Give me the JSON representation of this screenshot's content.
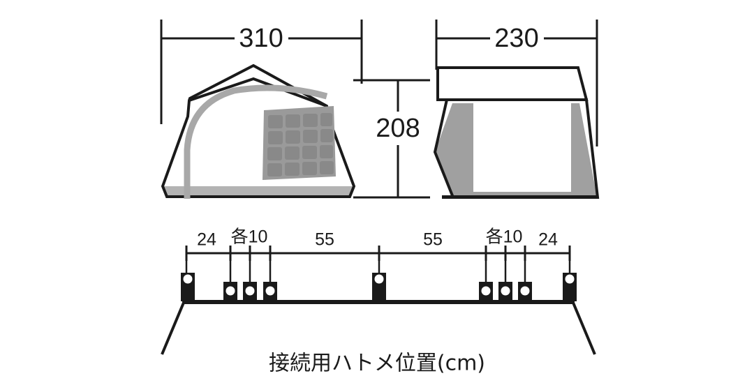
{
  "figure": {
    "caption": "接続用ハトメ位置(cm)",
    "units": "cm",
    "colors": {
      "line": "#1a1a1a",
      "fabric_gray": "#a0a0a0",
      "mesh_panel": "#9a9a9a",
      "mesh_cell": "#8a8a8a",
      "floor_gray": "#b3b3b3",
      "background": "#ffffff"
    }
  },
  "views": {
    "front": {
      "name": "front-elevation",
      "width_label": "310",
      "height_label": "208",
      "mesh_window": {
        "rows": 4,
        "cols": 4
      }
    },
    "side": {
      "name": "side-elevation",
      "width_label": "230",
      "height_label": "208"
    }
  },
  "dimensions": {
    "front_width": "310",
    "side_width": "230",
    "height": "208"
  },
  "grommet_scale": {
    "segments": [
      {
        "label": "24"
      },
      {
        "label": "各10"
      },
      {
        "label": "55"
      },
      {
        "label": "55"
      },
      {
        "label": "各10"
      },
      {
        "label": "24"
      }
    ],
    "segment_labels": [
      "24",
      "各10",
      "55",
      "55",
      "各10",
      "24"
    ],
    "grommet_count": 9,
    "grommets": [
      {
        "index": 1,
        "type": "tall"
      },
      {
        "index": 2,
        "type": "short"
      },
      {
        "index": 3,
        "type": "short"
      },
      {
        "index": 4,
        "type": "short"
      },
      {
        "index": 5,
        "type": "tall"
      },
      {
        "index": 6,
        "type": "short"
      },
      {
        "index": 7,
        "type": "short"
      },
      {
        "index": 8,
        "type": "short"
      },
      {
        "index": 9,
        "type": "tall"
      }
    ]
  }
}
